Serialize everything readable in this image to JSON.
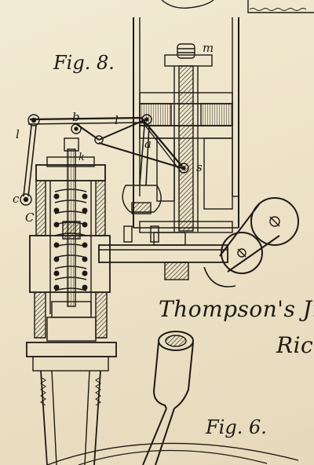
{
  "figure_labels": {
    "fig8": "Fig. 8.",
    "fig6": "Fig. 6."
  },
  "caption": {
    "line1": "Thompson's Jndic",
    "line2": "Rich"
  },
  "part_letters": {
    "m": "m",
    "b": "b",
    "l_left": "l",
    "l_right": "l",
    "a": "a",
    "s": "s",
    "k": "k",
    "c_lower": "c",
    "c_upper": "C"
  },
  "colors": {
    "paper": "#efe6cf",
    "ink": "#1d1a14"
  }
}
